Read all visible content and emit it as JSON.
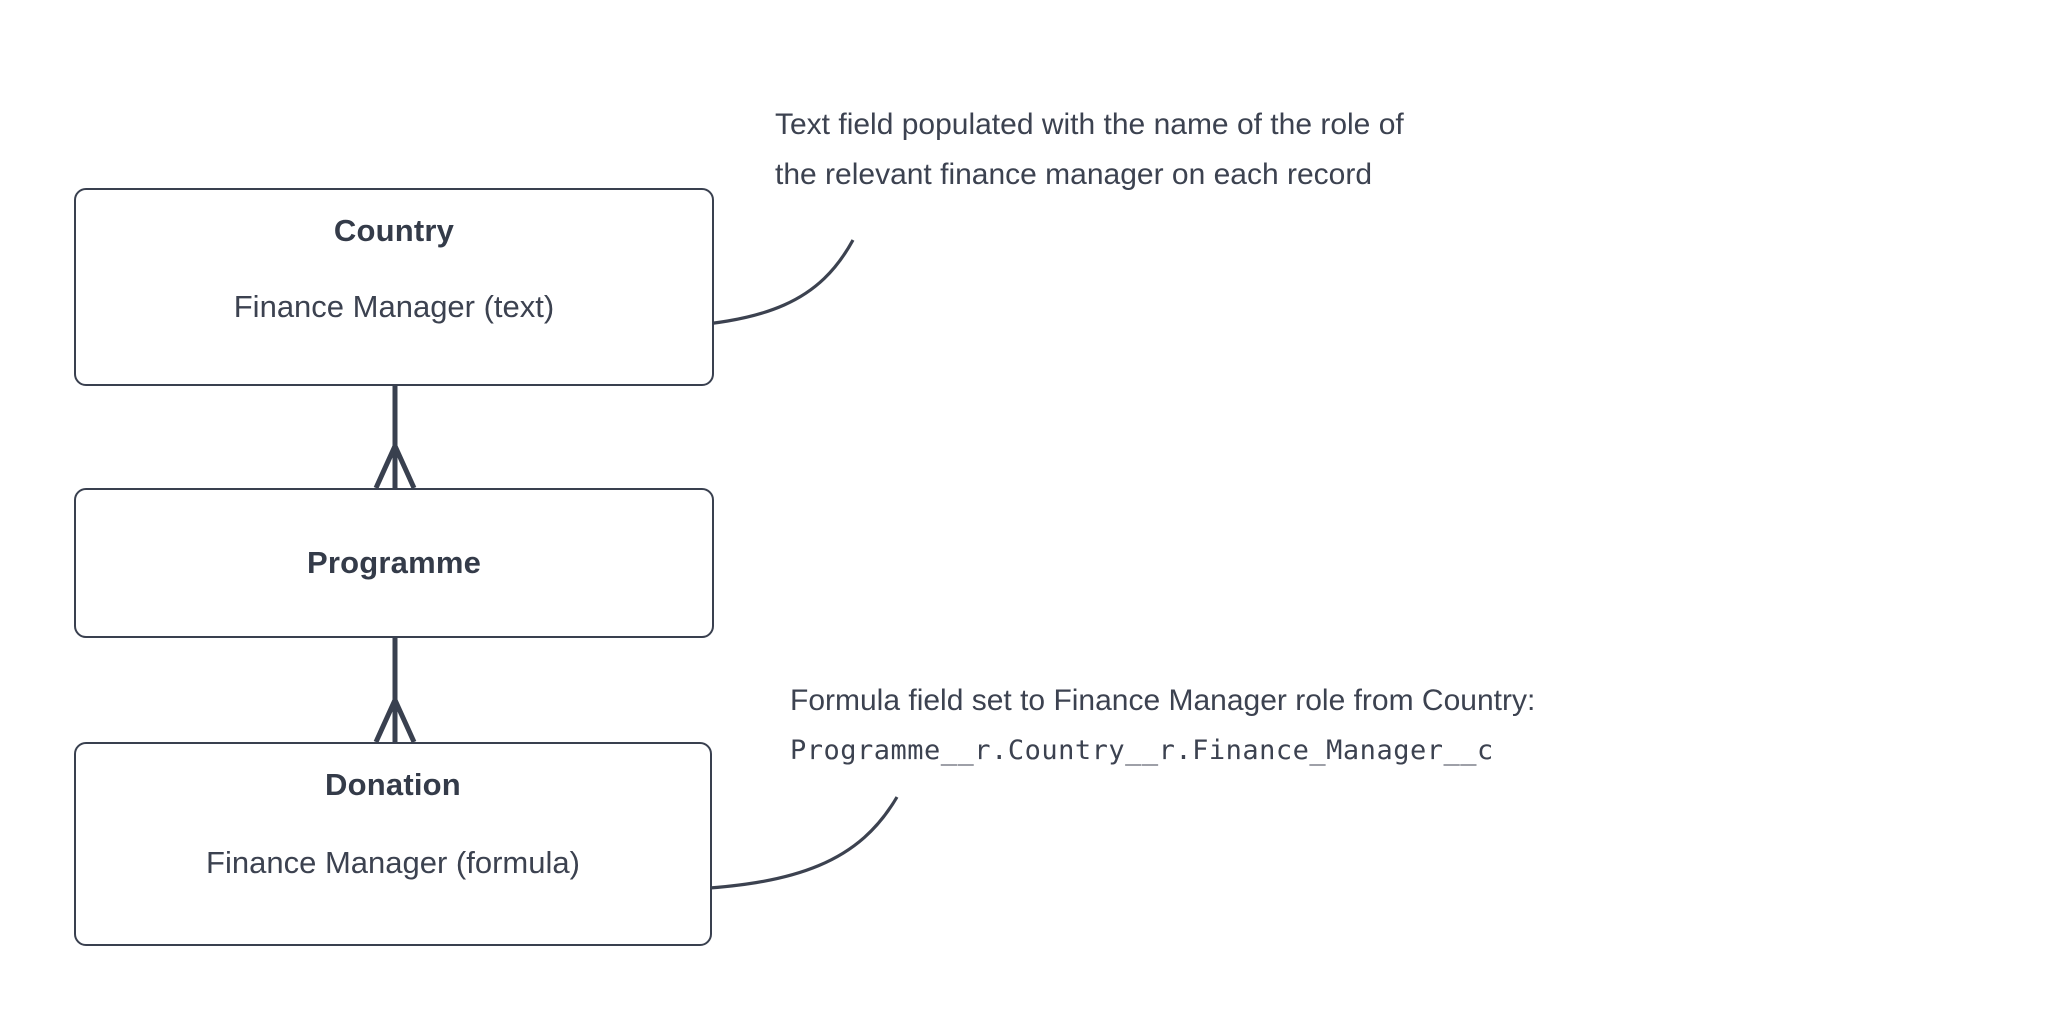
{
  "diagram": {
    "type": "entity-relationship-diagram",
    "background_color": "#ffffff",
    "line_color": "#39404f",
    "text_color": "#3c4250",
    "entities": [
      {
        "name": "Country",
        "title": "Country",
        "fields": [
          {
            "label": "Finance Manager (text)",
            "field_name": "Finance Manager",
            "field_type": "text"
          }
        ]
      },
      {
        "name": "Programme",
        "title": "Programme",
        "fields": []
      },
      {
        "name": "Donation",
        "title": "Donation",
        "fields": [
          {
            "label": "Finance Manager (formula)",
            "field_name": "Finance Manager",
            "field_type": "formula"
          }
        ]
      }
    ],
    "relationships": [
      {
        "from": "Country",
        "to": "Programme",
        "notation": "crows-foot",
        "cardinality": "one-to-many"
      },
      {
        "from": "Programme",
        "to": "Donation",
        "notation": "crows-foot",
        "cardinality": "one-to-many"
      }
    ],
    "annotations": {
      "country_note": {
        "line1": "Text field populated with the name of the role of",
        "line2": "the relevant finance manager on each record",
        "points_to": "Finance Manager (text)"
      },
      "donation_note": {
        "line1": "Formula field set to Finance Manager role from Country:",
        "formula": "Programme__r.Country__r.Finance_Manager__c",
        "points_to": "Finance Manager (formula)"
      }
    }
  }
}
